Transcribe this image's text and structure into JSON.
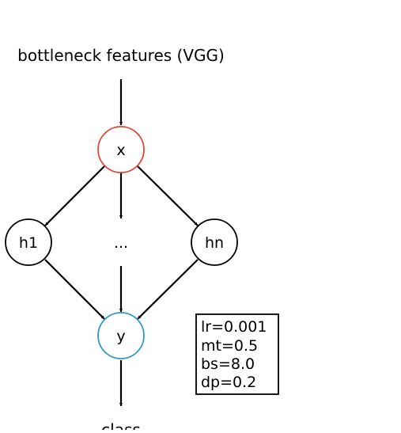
{
  "diagram": {
    "input_label": "bottleneck features (VGG)",
    "output_label": "class",
    "nodes": {
      "x": {
        "label": "x",
        "border_color": "#e04a3a"
      },
      "h1": {
        "label": "h1",
        "border_color": "#000000"
      },
      "ellipsis": {
        "label": "..."
      },
      "hn": {
        "label": "hn",
        "border_color": "#000000"
      },
      "y": {
        "label": "y",
        "border_color": "#3399cc"
      }
    },
    "hyperparams": {
      "lines": [
        "lr=0.001",
        "mt=0.5",
        "bs=8.0",
        "dp=0.2"
      ]
    }
  }
}
